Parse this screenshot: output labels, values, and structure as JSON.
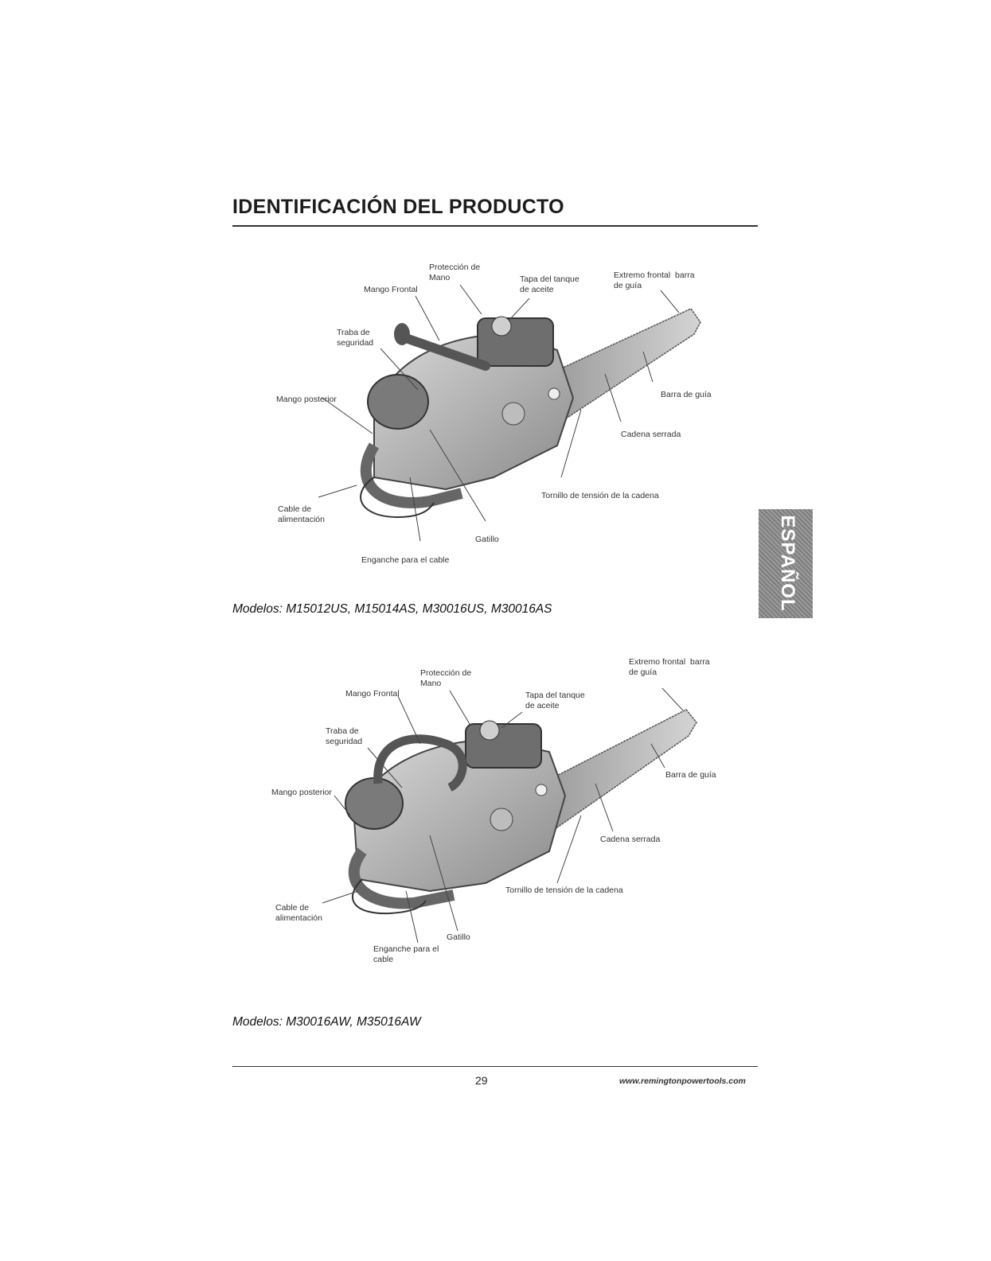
{
  "page_title": "IDENTIFICACIÓN DEL PRODUCTO",
  "side_tab": "ESPAÑOL",
  "figure1": {
    "labels": {
      "proteccion": "Protección de\nMano",
      "mango_frontal": "Mango Frontal",
      "tapa": "Tapa del tanque\nde aceite",
      "extremo": "Extremo frontal  barra\nde guía",
      "traba": "Traba de\nseguridad",
      "mango_posterior": "Mango posterior",
      "barra": "Barra de guía",
      "cadena": "Cadena serrada",
      "tornillo": "Tornillo de tensión de la cadena",
      "cable": "Cable de\nalimentación",
      "gatillo": "Gatillo",
      "enganche": "Enganche para el cable"
    },
    "caption": "Modelos: M15012US, M15014AS, M30016US, M30016AS"
  },
  "figure2": {
    "labels": {
      "extremo": "Extremo frontal  barra\nde guía",
      "proteccion": "Protección de\nMano",
      "mango_frontal": "Mango Frontal",
      "tapa": "Tapa del tanque\nde aceite",
      "traba": "Traba de\nseguridad",
      "mango_posterior": "Mango posterior",
      "barra": "Barra de guía",
      "cadena": "Cadena serrada",
      "tornillo": "Tornillo de tensión de la cadena",
      "cable": "Cable de\nalimentación",
      "gatillo": "Gatillo",
      "enganche": "Enganche para el\ncable"
    },
    "caption": "Modelos: M30016AW, M35016AW"
  },
  "page_number": "29",
  "website": "www.remingtonpowertools.com"
}
